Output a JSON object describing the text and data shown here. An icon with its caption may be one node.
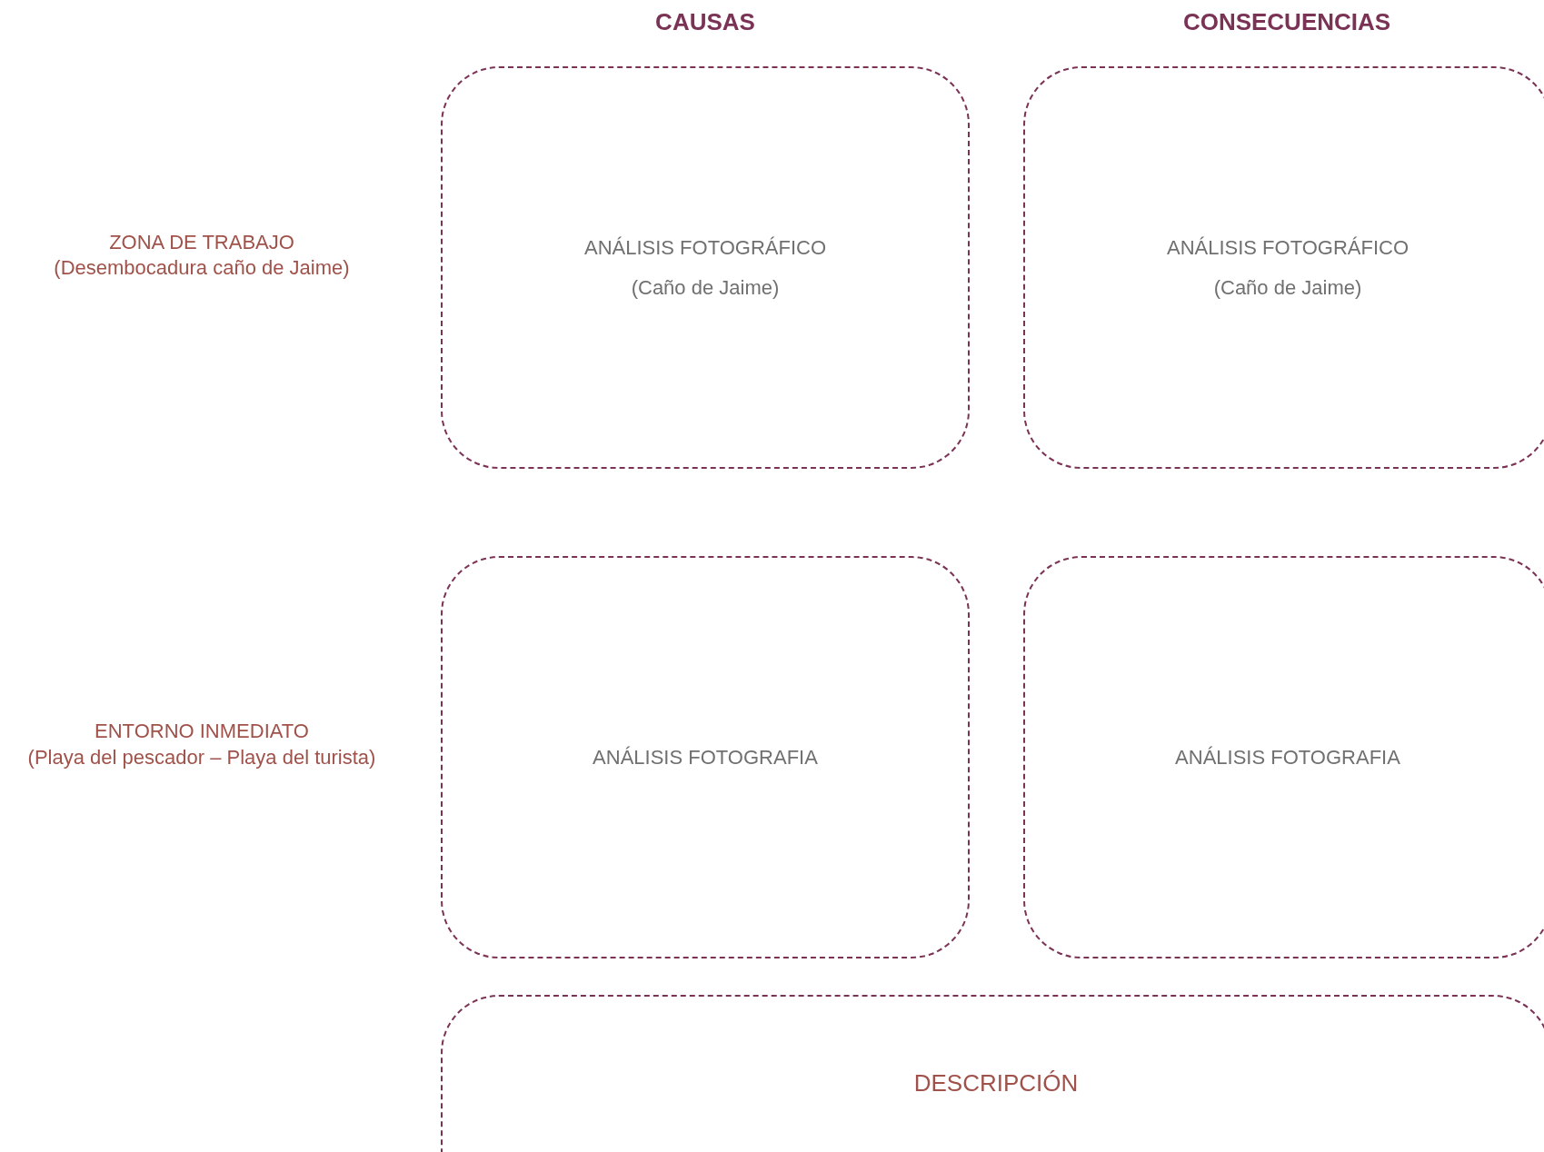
{
  "diagram": {
    "nodes": [
      {
        "text": [
          "ANÁLISIS FOTOGRÁFICO",
          "(Caño de Jaime)"
        ]
      },
      {
        "text": [
          "ANÁLISIS FOTOGRÁFICO",
          "(Caño de Jaime)"
        ]
      },
      {
        "text": [
          "ANÁLISIS FOTOGRAFIA"
        ]
      },
      {
        "text": [
          "ANÁLISIS FOTOGRAFIA"
        ]
      },
      {
        "text": [
          "DESCRIPCIÓN"
        ]
      }
    ],
    "labels": [
      "CAUSAS",
      "CONSECUENCIAS",
      "ZONA DE TRABAJO",
      "(Desembocadura caño de Jaime)",
      "ENTORNO INMEDIATO",
      "(Playa del pescador – Playa del turista)"
    ]
  }
}
